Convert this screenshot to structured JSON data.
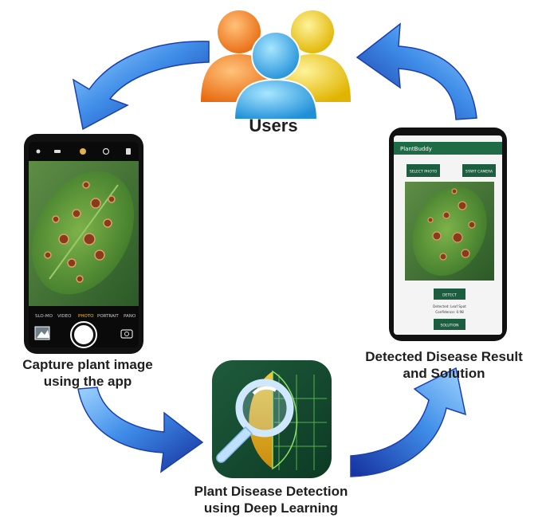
{
  "labels": {
    "users": "Users",
    "capture": [
      "Capture plant image",
      "using the app"
    ],
    "result": [
      "Detected Disease Result",
      "and Solution"
    ],
    "detection": [
      "Plant Disease Detection",
      "using Deep Learning"
    ]
  },
  "camera_app": {
    "modes": [
      "SLO-MO",
      "VIDEO",
      "PHOTO",
      "PORTRAIT",
      "PANO"
    ],
    "active_mode": "PHOTO"
  },
  "result_app": {
    "app_title": "PlantBuddy",
    "buttons": [
      "SELECT PHOTO",
      "START CAMERA"
    ],
    "detect_button": "DETECT",
    "result_lines": [
      "Detected: Leaf Spot",
      "Confidence: 0.98"
    ],
    "solution_button": "SOLUTION"
  },
  "colors": {
    "arrow_dark": "#1a3fb0",
    "arrow_light": "#4aa3ff",
    "app_green": "#1e6b45",
    "leaf_green": "#5a9a3a"
  }
}
